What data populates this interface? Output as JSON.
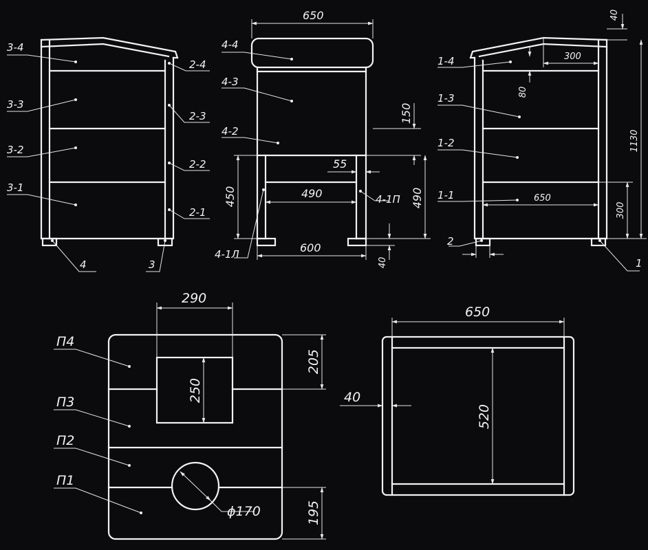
{
  "front_view": {
    "labels": {
      "p4": "4-4",
      "p3": "4-3",
      "p2": "4-2",
      "p1p": "4-1П",
      "p1l": "4-1Л"
    },
    "dims": {
      "width": "650",
      "top_gap": "150",
      "leg_w": "55",
      "inner_w": "490",
      "height_lower": "450",
      "inner_h": "490",
      "base_w": "600",
      "foot": "40"
    }
  },
  "left_view": {
    "labels": {
      "p4": "3-4",
      "p3": "3-3",
      "p2": "3-2",
      "p1": "3-1",
      "r4": "2-4",
      "r3": "2-3",
      "r2": "2-2",
      "r1": "2-1",
      "foot_l": "4",
      "foot_r": "3"
    }
  },
  "right_view": {
    "labels": {
      "p4": "1-4",
      "p3": "1-3",
      "p2": "1-2",
      "p1": "1-1",
      "foot_l": "2",
      "foot_r": "1"
    },
    "dims": {
      "top_thick": "40",
      "total_h": "1130",
      "overhang": "300",
      "roof_h": "80",
      "depth": "650",
      "bottom_h": "300"
    }
  },
  "panel_view": {
    "labels": {
      "p4": "П4",
      "p3": "П3",
      "p2": "П2",
      "p1": "П1"
    },
    "dims": {
      "opening_w": "290",
      "opening_h": "250",
      "top_h": "205",
      "bottom_h": "195",
      "hole_d": "ϕ170"
    }
  },
  "top_view": {
    "dims": {
      "width": "650",
      "depth": "520",
      "rim": "40"
    }
  }
}
